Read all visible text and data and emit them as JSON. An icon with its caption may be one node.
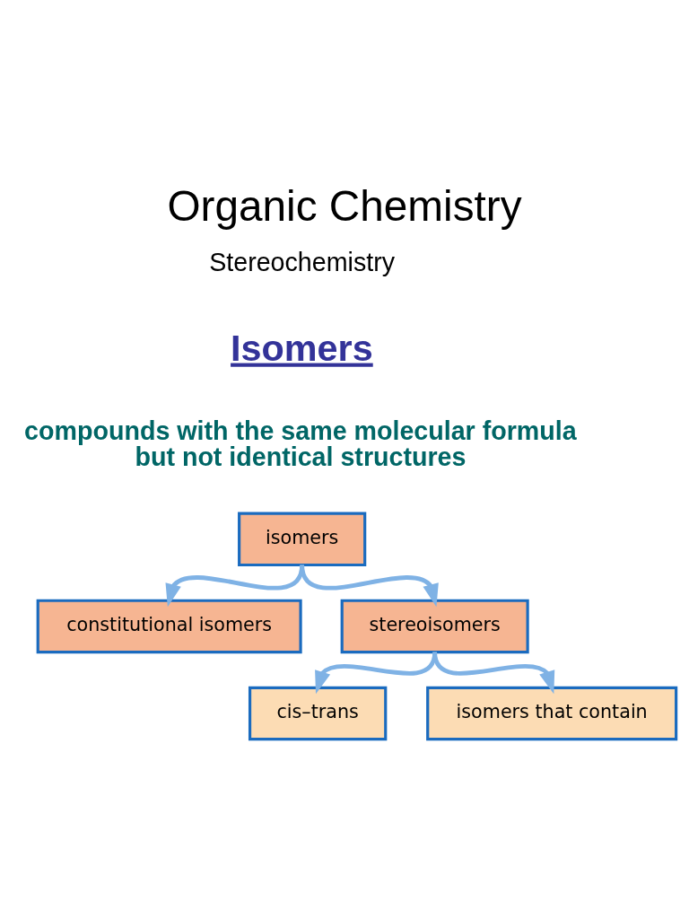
{
  "diagram": {
    "title": "Organic Chemistry",
    "nodes": [
      {
        "text": [
          "isomers"
        ]
      },
      {
        "text": [
          "constitutional isomers"
        ]
      },
      {
        "text": [
          "stereoisomers"
        ]
      },
      {
        "text": [
          "cis–trans"
        ]
      },
      {
        "text": [
          "isomers that contain"
        ]
      }
    ],
    "edges": [
      {
        "from": 0,
        "to": 1,
        "arrow": "to"
      },
      {
        "from": 0,
        "to": 2,
        "arrow": "to"
      },
      {
        "from": 2,
        "to": 3,
        "arrow": "to"
      },
      {
        "from": 2,
        "to": 4,
        "arrow": "to"
      }
    ],
    "labels": [
      "Stereochemistry",
      "Isomers",
      "compounds with the same molecular formula but not identical structures"
    ]
  }
}
